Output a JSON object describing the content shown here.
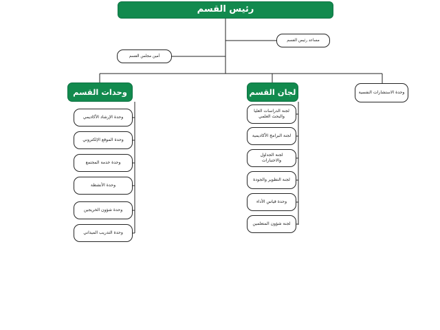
{
  "chart_data": {
    "type": "diagram",
    "title": "رئيس القسم",
    "direction": "rtl",
    "colors": {
      "accent_green": "#128a4e",
      "line": "#222222",
      "box_fill": "#ffffff",
      "text": "#1a1a1a"
    }
  },
  "root": {
    "label": "رئيس القسم"
  },
  "staff": [
    {
      "label": "مساعد رئيس القسم"
    },
    {
      "label": "أمين مجلس القسم"
    }
  ],
  "branches": [
    {
      "header": "وحدات القسم",
      "children": [
        {
          "label": "وحدة الإرشاد الأكاديمي"
        },
        {
          "label": "وحدة الموقع الإلكتروني"
        },
        {
          "label": "وحدة خدمة المجتمع"
        },
        {
          "label": "وحدة الأنشطة"
        },
        {
          "label": "وحدة شؤون الخريجين"
        },
        {
          "label": "وحدة التدريب الميداني"
        }
      ]
    },
    {
      "header": "لجان القسم",
      "children": [
        {
          "label": "لجنة الدراسات العليا والبحث العلمي"
        },
        {
          "label": "لجنة البرامج الأكاديمية"
        },
        {
          "label": "لجنة الجداول والاختبارات"
        },
        {
          "label": "لجنة التطوير والجودة"
        },
        {
          "label": "وحدة قياس الأداء"
        },
        {
          "label": "لجنة شؤون المتعلمين"
        }
      ]
    }
  ],
  "aside": {
    "label": "وحدة الاستشارات النفسية"
  }
}
